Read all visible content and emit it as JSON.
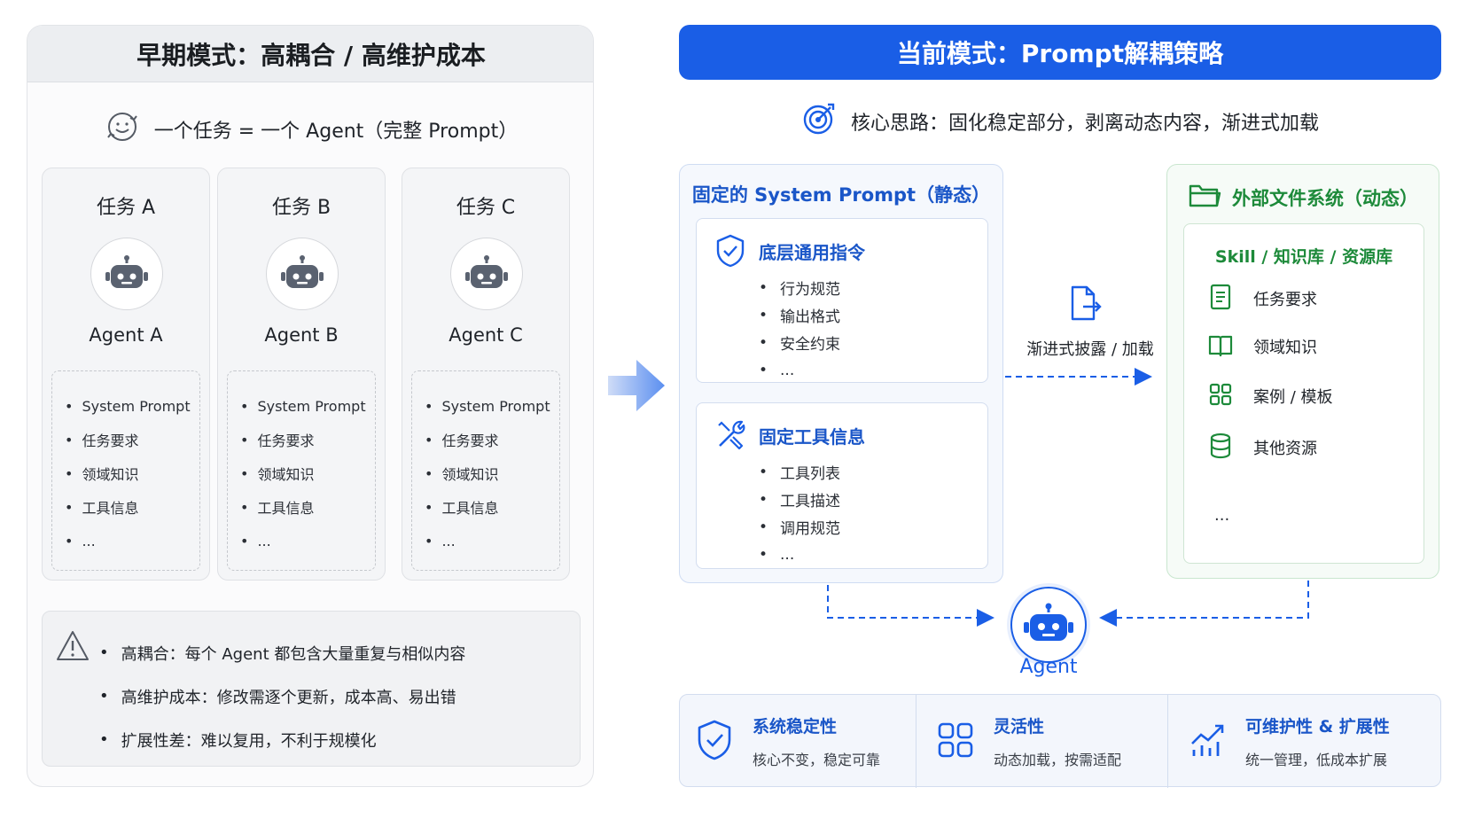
{
  "left": {
    "title": "早期模式：高耦合 / 高维护成本",
    "subtitle": "一个任务 = 一个 Agent（完整 Prompt）",
    "agents": [
      {
        "task": "任务 A",
        "name": "Agent A",
        "items": [
          "System Prompt",
          "任务要求",
          "领域知识",
          "工具信息",
          "..."
        ]
      },
      {
        "task": "任务 B",
        "name": "Agent B",
        "items": [
          "System Prompt",
          "任务要求",
          "领域知识",
          "工具信息",
          "..."
        ]
      },
      {
        "task": "任务 C",
        "name": "Agent C",
        "items": [
          "System Prompt",
          "任务要求",
          "领域知识",
          "工具信息",
          "..."
        ]
      }
    ],
    "issues": [
      "高耦合：每个 Agent 都包含大量重复与相似内容",
      "高维护成本：修改需逐个更新，成本高、易出错",
      "扩展性差：难以复用，不利于规模化"
    ]
  },
  "right": {
    "title": "当前模式：Prompt解耦策略",
    "subtitle": "核心思路：固化稳定部分，剥离动态内容，渐进式加载",
    "static_panel": {
      "title": "固定的 System Prompt（静态）",
      "boxes": [
        {
          "title": "底层通用指令",
          "items": [
            "行为规范",
            "输出格式",
            "安全约束",
            "..."
          ]
        },
        {
          "title": "固定工具信息",
          "items": [
            "工具列表",
            "工具描述",
            "调用规范",
            "..."
          ]
        }
      ]
    },
    "progressive_label": "渐进式披露 / 加载",
    "dynamic_panel": {
      "title": "外部文件系统（动态）",
      "inner_title": "Skill / 知识库 / 资源库",
      "items": [
        "任务要求",
        "领域知识",
        "案例 / 模板",
        "其他资源"
      ],
      "more": "..."
    },
    "agent_label": "Agent",
    "benefits": [
      {
        "title": "系统稳定性",
        "desc": "核心不变，稳定可靠"
      },
      {
        "title": "灵活性",
        "desc": "动态加载，按需适配"
      },
      {
        "title": "可维护性 & 扩展性",
        "desc": "统一管理，低成本扩展"
      }
    ]
  },
  "colors": {
    "primary_blue": "#1a5ee6",
    "green": "#1d8a3a",
    "gray_robot": "#5a6270"
  }
}
